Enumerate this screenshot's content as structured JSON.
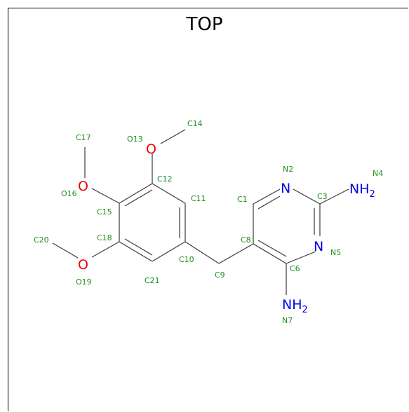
{
  "title": "TOP",
  "colors": {
    "nitrogen": "#0000ee",
    "oxygen": "#ee0000",
    "label": "#1e8c1e",
    "bond": "#3a3a3a"
  },
  "atoms": {
    "N2": {
      "symbol": "N",
      "name": "N2"
    },
    "N5": {
      "symbol": "N",
      "name": "N5"
    },
    "N4": {
      "symbol": "NH",
      "sub": "2",
      "name": "N4"
    },
    "N7": {
      "symbol": "NH",
      "sub": "2",
      "name": "N7"
    },
    "O13": {
      "symbol": "O",
      "name": "O13"
    },
    "O16": {
      "symbol": "O",
      "name": "O16"
    },
    "O19": {
      "symbol": "O",
      "name": "O19"
    }
  },
  "labels": {
    "C1": "C1",
    "C3": "C3",
    "C6": "C6",
    "C8": "C8",
    "C9": "C9",
    "C10": "C10",
    "C11": "C11",
    "C12": "C12",
    "C14": "C14",
    "C15": "C15",
    "C17": "C17",
    "C18": "C18",
    "C20": "C20",
    "C21": "C21"
  }
}
